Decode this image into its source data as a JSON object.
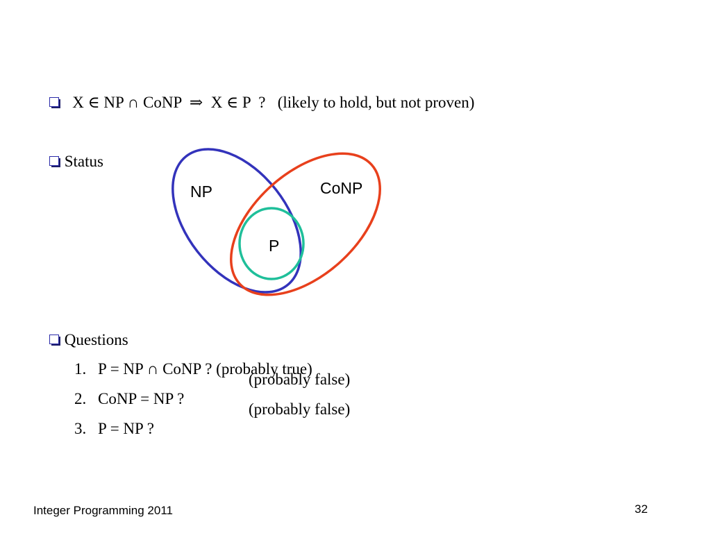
{
  "bullets": {
    "conjecture": "X ∈ NP ∩ CoNP  ⇒  X ∈ P  ?   (likely to hold, but not proven)",
    "status": "Status",
    "questions": "Questions"
  },
  "venn": {
    "np_label": "NP",
    "conp_label": "CoNP",
    "p_label": "P",
    "colors": {
      "np": "#3333bb",
      "conp": "#e8401c",
      "p": "#1fbf9a"
    }
  },
  "questions": [
    {
      "number": "1.",
      "statement": "P = NP ∩ CoNP ? (probably true)",
      "note": ""
    },
    {
      "number": "2.",
      "statement": "CoNP = NP ?",
      "note": "(probably false)"
    },
    {
      "number": "3.",
      "statement": "P = NP ?",
      "note": "(probably false)"
    }
  ],
  "footer": {
    "title": "Integer Programming 2011",
    "page_number": "32"
  }
}
